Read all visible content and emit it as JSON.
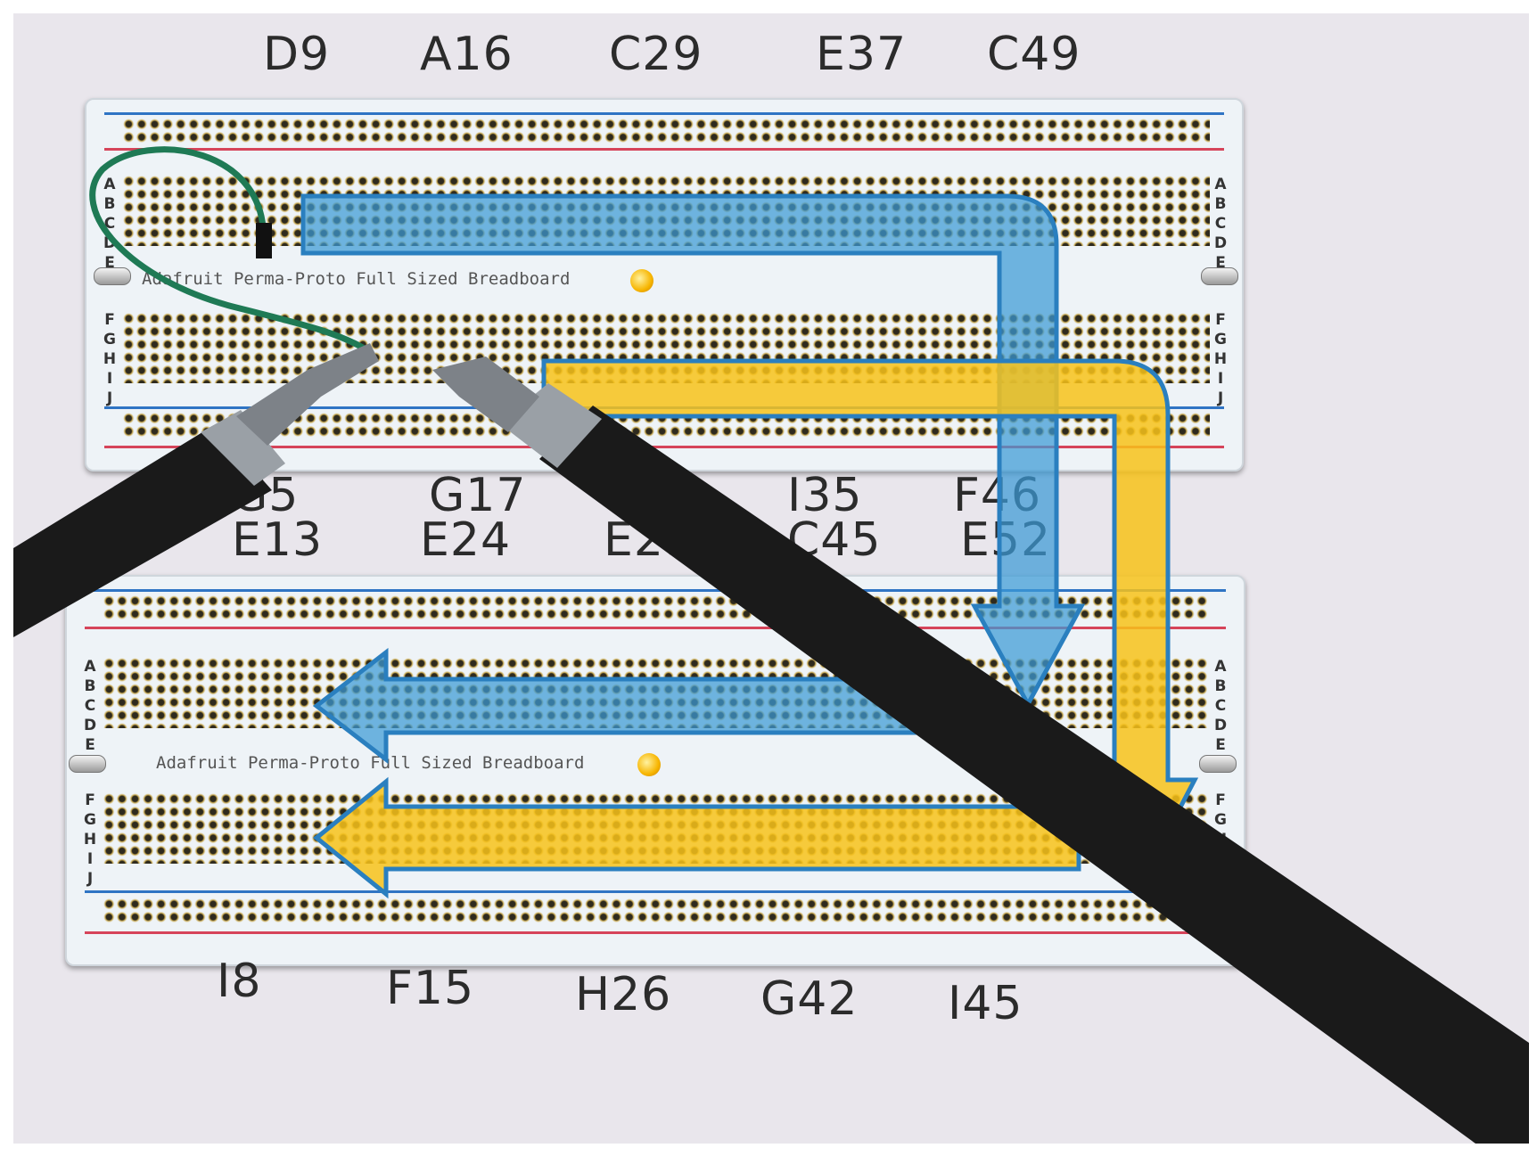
{
  "top_labels": [
    "D9",
    "A16",
    "C29",
    "E37",
    "C49"
  ],
  "middle_labels": {
    "upper": [
      "G5",
      "G17",
      "I35",
      "F46"
    ],
    "lower": [
      "E13",
      "E24",
      "E29",
      "C45",
      "E52"
    ]
  },
  "bottom_labels": [
    "I8",
    "F15",
    "H26",
    "G42",
    "I45"
  ],
  "boards": {
    "upper": {
      "silkscreen": "Adafruit Perma-Proto Full Sized Breadboard",
      "row_letters_top": "A\nB\nC\nD\nE",
      "row_letters_bottom": "F\nG\nH\nI\nJ"
    },
    "lower": {
      "silkscreen": "Adafruit Perma-Proto Full Sized Breadboard",
      "row_letters_top": "A\nB\nC\nD\nE",
      "row_letters_bottom": "F\nG\nH\nI\nJ"
    }
  },
  "colors": {
    "blue_arrow": "#3c9ad6",
    "yellow_arrow": "#f7c21a",
    "arrow_outline": "#2a7fbf",
    "rail_blue": "#2f74c4",
    "rail_red": "#d6445a",
    "wire_green": "#1f7a55",
    "instrument_black": "#1a1a1a"
  }
}
